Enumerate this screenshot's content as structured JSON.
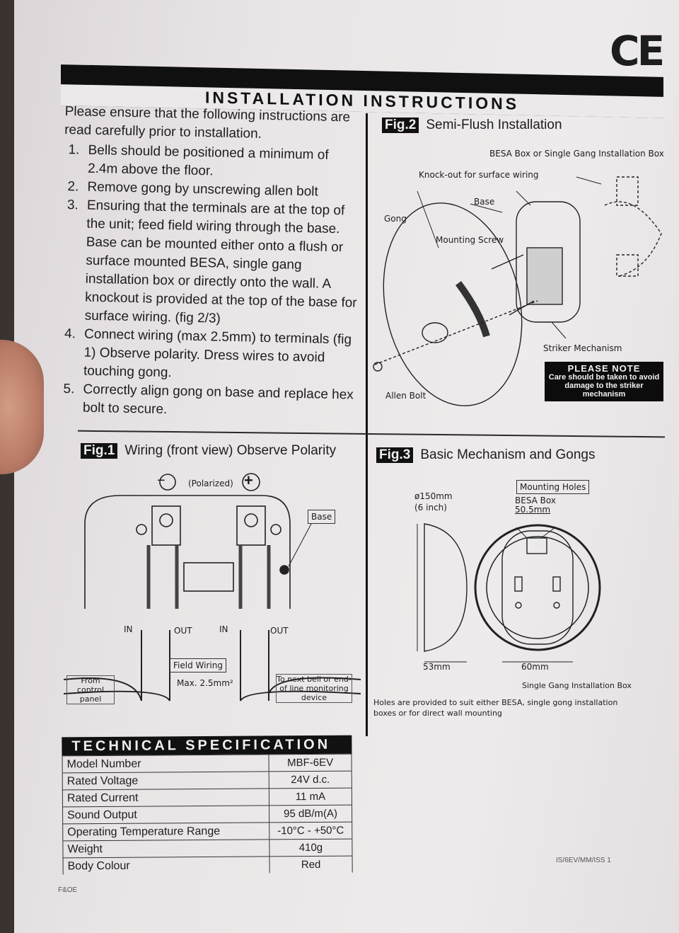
{
  "ce_mark": "CE",
  "title": "INSTALLATION INSTRUCTIONS",
  "intro": "Please ensure that the following instructions are read carefully prior to installation.",
  "steps": [
    {
      "n": "1.",
      "text": "Bells should be positioned a minimum of 2.4m above the floor."
    },
    {
      "n": "2.",
      "text": "Remove gong by unscrewing allen bolt"
    },
    {
      "n": "3.",
      "text": "Ensuring that the terminals are at the top of the unit; feed field wiring through the base. Base can be mounted either onto a flush or surface mounted BESA, single gang installation box or directly onto the wall. A knockout is provided at the top of the base for surface wiring. (fig 2/3)"
    },
    {
      "n": "4.",
      "text": "Connect wiring (max 2.5mm) to terminals (fig 1) Observe polarity. Dress wires to avoid touching gong."
    },
    {
      "n": "5.",
      "text": "Correctly align gong on base and replace hex bolt to secure."
    }
  ],
  "fig2": {
    "tag": "Fig.2",
    "title": "Semi-Flush Installation",
    "labels": {
      "besa_box": "BESA Box or Single Gang Installation Box",
      "knockout": "Knock-out for surface wiring",
      "base": "Base",
      "gong": "Gong",
      "mounting_screw": "Mounting Screw",
      "striker": "Striker Mechanism",
      "allen_bolt": "Allen Bolt"
    },
    "note": {
      "heading": "PLEASE NOTE",
      "body": "Care should be taken to avoid damage to the striker mechanism"
    }
  },
  "fig1": {
    "tag": "Fig.1",
    "title": "Wiring (front view) Observe Polarity",
    "minus": "−",
    "plus": "+",
    "polarized": "(Polarized)",
    "base": "Base",
    "in1": "IN",
    "out1": "OUT",
    "in2": "IN",
    "out2": "OUT",
    "field_wiring": "Field Wiring",
    "max": "Max. 2.5mm²",
    "from": "From control panel",
    "to": "To next bell or end-of line monitoring device"
  },
  "fig3": {
    "tag": "Fig.3",
    "title": "Basic Mechanism and Gongs",
    "diameter": "ø150mm",
    "inch": "(6 inch)",
    "mounting_holes": "Mounting Holes",
    "besa": "BESA Box",
    "besa_dim": "50.5mm",
    "depth": "53mm",
    "width60": "60mm",
    "single_gang": "Single Gang Installation Box",
    "holes_note": "Holes are provided to suit either BESA, single gong installation boxes or for direct wall mounting"
  },
  "spec": {
    "heading": "TECHNICAL SPECIFICATION",
    "rows": [
      {
        "label": "Model Number",
        "value": "MBF-6EV"
      },
      {
        "label": "Rated Voltage",
        "value": "24V d.c."
      },
      {
        "label": "Rated Current",
        "value": "11 mA"
      },
      {
        "label": "Sound Output",
        "value": "95 dB/m(A)"
      },
      {
        "label": "Operating Temperature Range",
        "value": "-10°C - +50°C"
      },
      {
        "label": "Weight",
        "value": "410g"
      },
      {
        "label": "Body Colour",
        "value": "Red"
      }
    ]
  },
  "footer_left": "F&OE",
  "footer_right": "IS/6EV/MM/ISS 1"
}
